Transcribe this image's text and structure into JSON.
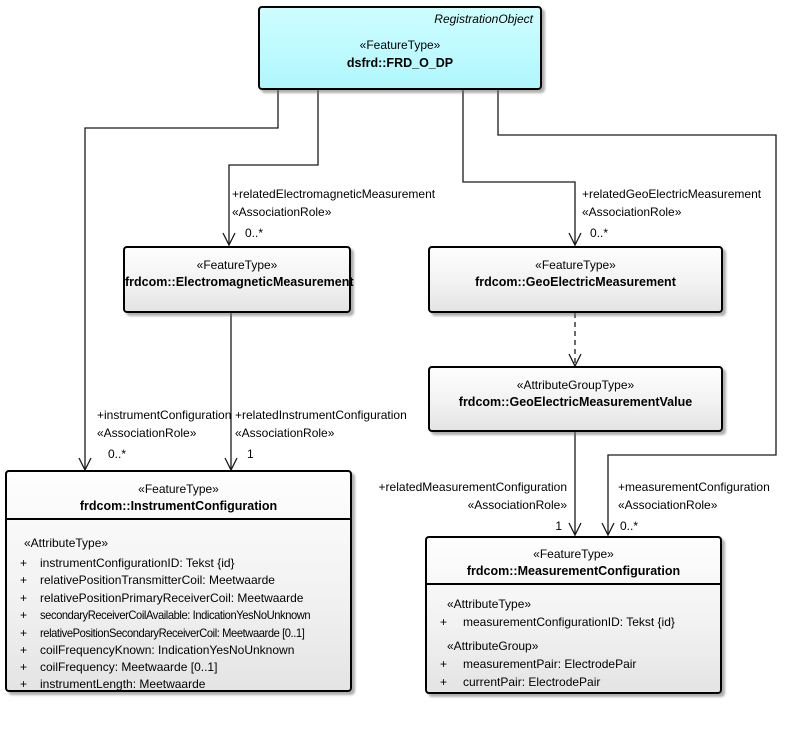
{
  "diagram_title": "UML class diagram - FRD_O_DP registration object with measurement feature types",
  "colors": {
    "highlight_fill": "#bcfaff",
    "class_fill": "#f2f2f2",
    "border": "#000000",
    "line": "#1a1a1a"
  },
  "classes": {
    "frdODP": {
      "tag": "RegistrationObject",
      "stereotype": "«FeatureType»",
      "name": "dsfrd::FRD_O_DP"
    },
    "electromagneticMeasurement": {
      "stereotype": "«FeatureType»",
      "name": "frdcom::ElectromagneticMeasurement"
    },
    "geoElectricMeasurement": {
      "stereotype": "«FeatureType»",
      "name": "frdcom::GeoElectricMeasurement"
    },
    "geoElectricMeasurementValue": {
      "stereotype": "«AttributeGroupType»",
      "name": "frdcom::GeoElectricMeasurementValue"
    },
    "instrumentConfiguration": {
      "stereotype": "«FeatureType»",
      "name": "frdcom::InstrumentConfiguration",
      "sectionStereotype": "«AttributeType»",
      "attributes": [
        {
          "vis": "+",
          "text": "instrumentConfigurationID: Tekst {id}"
        },
        {
          "vis": "+",
          "text": "relativePositionTransmitterCoil: Meetwaarde"
        },
        {
          "vis": "+",
          "text": "relativePositionPrimaryReceiverCoil: Meetwaarde"
        },
        {
          "vis": "+",
          "text": "secondaryReceiverCoilAvailable: IndicationYesNoUnknown"
        },
        {
          "vis": "+",
          "text": "relativePositionSecondaryReceiverCoil: Meetwaarde [0..1]"
        },
        {
          "vis": "+",
          "text": "coilFrequencyKnown: IndicationYesNoUnknown"
        },
        {
          "vis": "+",
          "text": "coilFrequency: Meetwaarde [0..1]"
        },
        {
          "vis": "+",
          "text": "instrumentLength: Meetwaarde"
        }
      ]
    },
    "measurementConfiguration": {
      "stereotype": "«FeatureType»",
      "name": "frdcom::MeasurementConfiguration",
      "attrTypeStereotype": "«AttributeType»",
      "attrTypeAttributes": [
        {
          "vis": "+",
          "text": "measurementConfigurationID: Tekst {id}"
        }
      ],
      "attrGroupStereotype": "«AttributeGroup»",
      "attrGroupAttributes": [
        {
          "vis": "+",
          "text": "measurementPair: ElectrodePair"
        },
        {
          "vis": "+",
          "text": "currentPair: ElectrodePair"
        }
      ]
    }
  },
  "labels": {
    "relatedElectromagneticMeasurement": {
      "role": "+relatedElectromagneticMeasurement",
      "stereotype": "«AssociationRole»",
      "multiplicity": "0..*"
    },
    "relatedGeoElectricMeasurement": {
      "role": "+relatedGeoElectricMeasurement",
      "stereotype": "«AssociationRole»",
      "multiplicity": "0..*"
    },
    "instrumentConfiguration": {
      "role": "+instrumentConfiguration",
      "stereotype": "«AssociationRole»",
      "multiplicity": "0..*"
    },
    "relatedInstrumentConfiguration": {
      "role": "+relatedInstrumentConfiguration",
      "stereotype": "«AssociationRole»",
      "multiplicity": "1"
    },
    "relatedMeasurementConfiguration": {
      "role": "+relatedMeasurementConfiguration",
      "stereotype": "«AssociationRole»",
      "multiplicity": "1"
    },
    "measurementConfiguration": {
      "role": "+measurementConfiguration",
      "stereotype": "«AssociationRole»",
      "multiplicity": "0..*"
    }
  }
}
